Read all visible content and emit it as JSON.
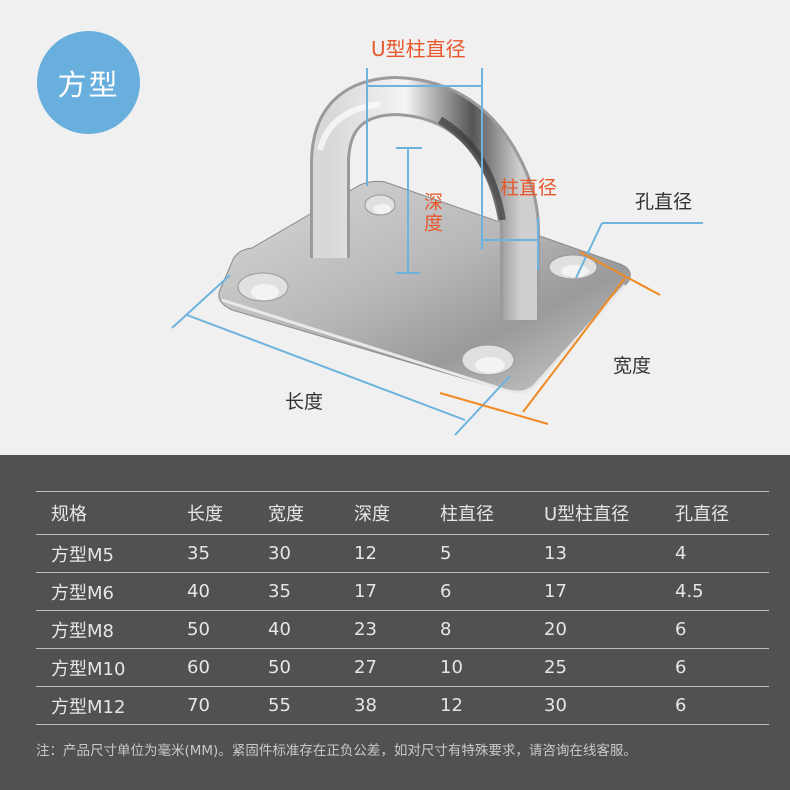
{
  "badge": {
    "label": "方型",
    "color": "#69afde"
  },
  "diagram": {
    "labels": {
      "u_pillar_diameter": "U型柱直径",
      "pillar_diameter": "柱直径",
      "depth": "深度",
      "hole_diameter": "孔直径",
      "width": "宽度",
      "length": "长度"
    },
    "colors": {
      "label_red": "#e8582c",
      "line_blue": "#6db3de",
      "line_orange": "#f08a24"
    }
  },
  "table": {
    "headers": [
      "规格",
      "长度",
      "宽度",
      "深度",
      "柱直径",
      "U型柱直径",
      "孔直径"
    ],
    "rows": [
      [
        "方型M5",
        "35",
        "30",
        "12",
        "5",
        "13",
        "4"
      ],
      [
        "方型M6",
        "40",
        "35",
        "17",
        "6",
        "17",
        "4.5"
      ],
      [
        "方型M8",
        "50",
        "40",
        "23",
        "8",
        "20",
        "6"
      ],
      [
        "方型M10",
        "60",
        "50",
        "27",
        "10",
        "25",
        "6"
      ],
      [
        "方型M12",
        "70",
        "55",
        "38",
        "12",
        "30",
        "6"
      ]
    ]
  },
  "note": "注：产品尺寸单位为毫米(MM)。紧固件标准存在正负公差，如对尺寸有特殊要求，请咨询在线客服。"
}
